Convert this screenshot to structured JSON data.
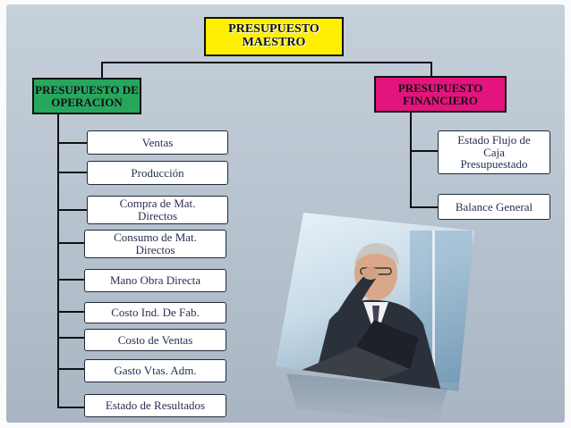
{
  "title": {
    "line1": "PRESUPUESTO",
    "line2": "MAESTRO"
  },
  "left_branch": {
    "title_line1": "PRESUPUESTO DE",
    "title_line2": "OPERACION",
    "items": [
      {
        "line1": "Ventas",
        "line2": ""
      },
      {
        "line1": "Producción",
        "line2": ""
      },
      {
        "line1": "Compra de Mat.",
        "line2": "Directos"
      },
      {
        "line1": "Consumo de Mat.",
        "line2": "Directos"
      },
      {
        "line1": "Mano Obra Directa",
        "line2": ""
      },
      {
        "line1": "Costo Ind. De Fab.",
        "line2": ""
      },
      {
        "line1": "Costo de Ventas",
        "line2": ""
      },
      {
        "line1": "Gasto Vtas. Adm.",
        "line2": ""
      },
      {
        "line1": "Estado de Resultados",
        "line2": ""
      }
    ]
  },
  "right_branch": {
    "title_line1": "PRESUPUESTO",
    "title_line2": "FINANCIERO",
    "items": [
      {
        "line1": "Estado Flujo de",
        "line2": "Caja",
        "line3": "Presupuestado"
      },
      {
        "line1": "Balance General",
        "line2": "",
        "line3": ""
      }
    ]
  },
  "colors": {
    "title_box": "#ffef00",
    "operation_box": "#27a65e",
    "financial_box": "#e3147e",
    "item_box": "#ffffff",
    "item_text": "#2a2e55",
    "background": "#b7c3cf"
  }
}
